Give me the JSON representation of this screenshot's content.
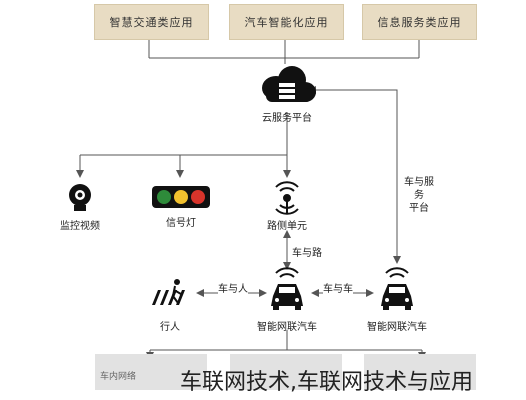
{
  "top_boxes": {
    "traffic": "智慧交通类应用",
    "vehicle": "汽车智能化应用",
    "info": "信息服务类应用"
  },
  "nodes": {
    "cloud": "云服务平台",
    "camera": "监控视频",
    "signal": "信号灯",
    "roadside": "路侧单元",
    "pedestrian": "行人",
    "car_center": "智能网联汽车",
    "car_right": "智能网联汽车"
  },
  "edges": {
    "v2c": "车与服务\n平台",
    "v2r": "车与路",
    "v2p": "车与人",
    "v2v": "车与车"
  },
  "bottom": {
    "in_vehicle": "车内网络"
  },
  "caption": "车联网技术,车联网技术与应用"
}
